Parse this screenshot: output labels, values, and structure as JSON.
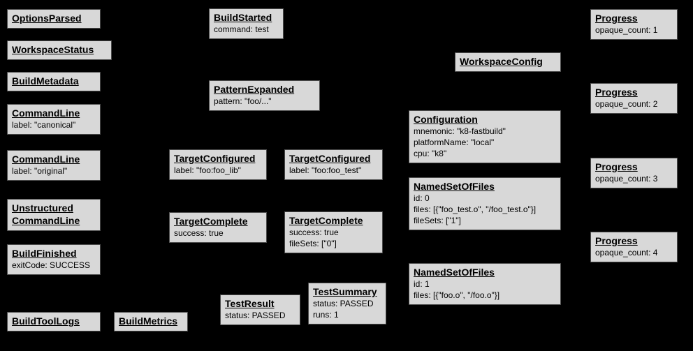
{
  "colors": {
    "background": "#000000",
    "box_fill": "#d8d8d8",
    "box_border": "#4d4d4d",
    "text": "#000000"
  },
  "nodes": [
    {
      "title": "OptionsParsed",
      "lines": []
    },
    {
      "title": "WorkspaceStatus",
      "lines": []
    },
    {
      "title": "BuildMetadata",
      "lines": []
    },
    {
      "title": "CommandLine",
      "lines": [
        "label: \"canonical\""
      ]
    },
    {
      "title": "CommandLine",
      "lines": [
        "label: \"original\""
      ]
    },
    {
      "title": "Unstructured\nCommandLine",
      "lines": []
    },
    {
      "title": "BuildFinished",
      "lines": [
        "exitCode: SUCCESS"
      ]
    },
    {
      "title": "BuildToolLogs",
      "lines": []
    },
    {
      "title": "BuildMetrics",
      "lines": []
    },
    {
      "title": "BuildStarted",
      "lines": [
        "command: test"
      ]
    },
    {
      "title": "PatternExpanded",
      "lines": [
        "pattern: \"foo/...\""
      ]
    },
    {
      "title": "TargetConfigured",
      "lines": [
        "label: \"foo:foo_lib\""
      ]
    },
    {
      "title": "TargetConfigured",
      "lines": [
        "label: \"foo:foo_test\""
      ]
    },
    {
      "title": "TargetComplete",
      "lines": [
        "success: true"
      ]
    },
    {
      "title": "TargetComplete",
      "lines": [
        "success: true",
        "fileSets: [\"0\"]"
      ]
    },
    {
      "title": "TestResult",
      "lines": [
        "status: PASSED"
      ]
    },
    {
      "title": "TestSummary",
      "lines": [
        "status: PASSED",
        "runs: 1"
      ]
    },
    {
      "title": "WorkspaceConfig",
      "lines": []
    },
    {
      "title": "Configuration",
      "lines": [
        "mnemonic: \"k8-fastbuild\"",
        "platformName: \"local\"",
        "cpu: \"k8\""
      ]
    },
    {
      "title": "NamedSetOfFiles",
      "lines": [
        "id: 0",
        "files: [{\"foo_test.o\", \"/foo_test.o\"}]",
        "fileSets: [\"1\"]"
      ]
    },
    {
      "title": "NamedSetOfFiles",
      "lines": [
        "id: 1",
        "files: [{\"foo.o\", \"/foo.o\"}]"
      ]
    },
    {
      "title": "Progress",
      "lines": [
        "opaque_count: 1"
      ]
    },
    {
      "title": "Progress",
      "lines": [
        "opaque_count: 2"
      ]
    },
    {
      "title": "Progress",
      "lines": [
        "opaque_count: 3"
      ]
    },
    {
      "title": "Progress",
      "lines": [
        "opaque_count: 4"
      ]
    }
  ]
}
